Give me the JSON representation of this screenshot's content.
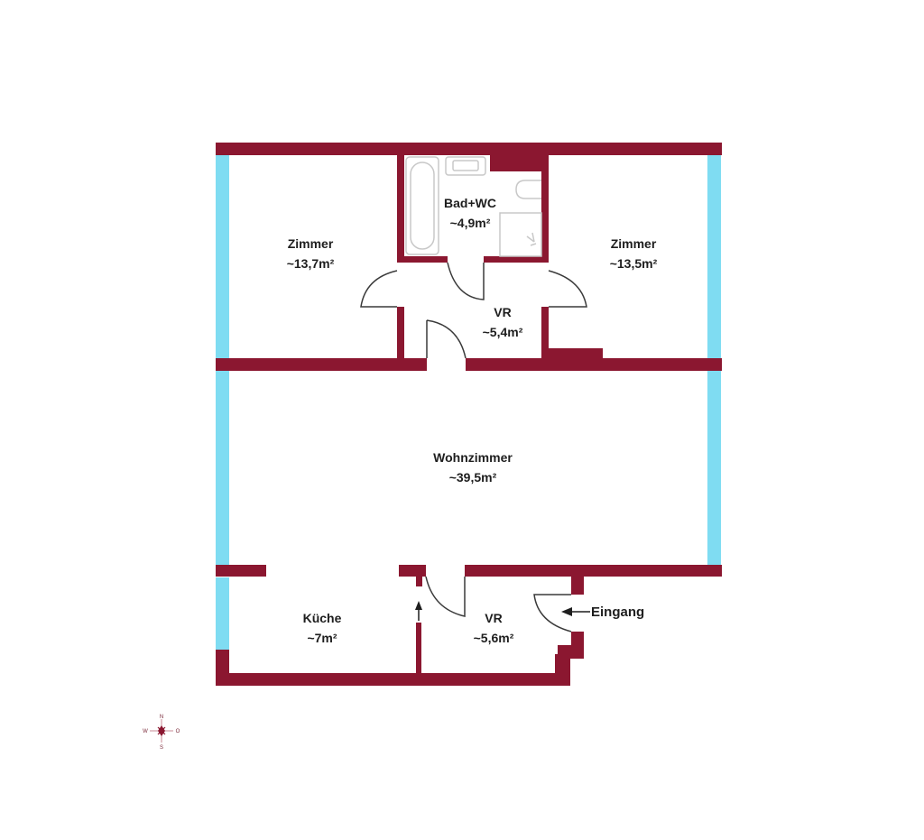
{
  "floor_plan": {
    "colors": {
      "wall": "#8b1730",
      "window": "#7fdcf2",
      "background": "#ffffff",
      "text": "#1e1e1e"
    },
    "rooms": [
      {
        "name": "Zimmer",
        "area": "~13,7m²"
      },
      {
        "name": "Bad+WC",
        "area": "~4,9m²"
      },
      {
        "name": "Zimmer",
        "area": "~13,5m²"
      },
      {
        "name": "VR",
        "area": "~5,4m²"
      },
      {
        "name": "Wohnzimmer",
        "area": "~39,5m²"
      },
      {
        "name": "Küche",
        "area": "~7m²"
      },
      {
        "name": "VR",
        "area": "~5,6m²"
      }
    ],
    "entrance": {
      "label": "Eingang"
    },
    "compass": {
      "north": "N",
      "west": "W",
      "east": "O",
      "south": "S"
    }
  }
}
